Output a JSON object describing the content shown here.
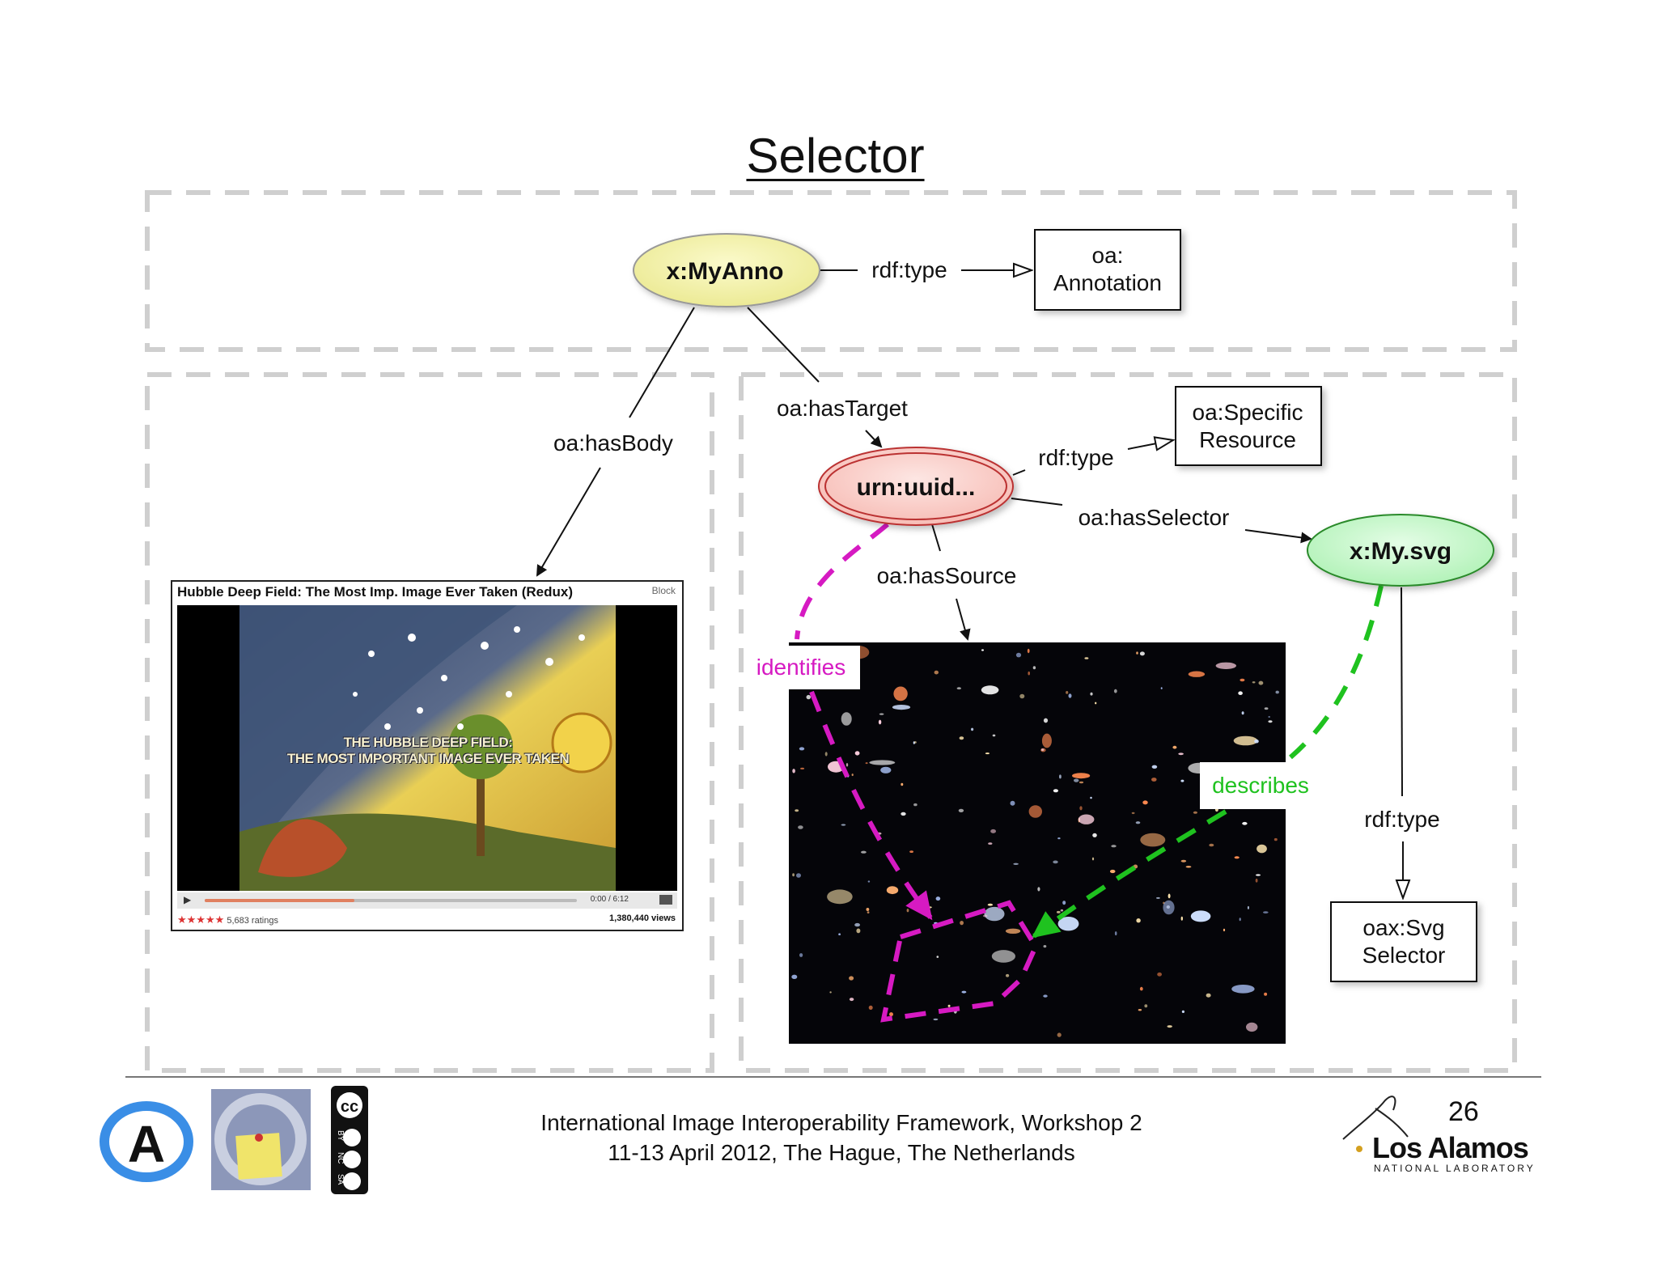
{
  "title": "Selector",
  "nodes": {
    "annotation": "x:MyAnno",
    "annotation_type": [
      "oa:",
      "Annotation"
    ],
    "specific_resource": "urn:uuid...",
    "specific_resource_type": [
      "oa:Specific",
      "Resource"
    ],
    "selector": "x:My.svg",
    "selector_type": [
      "oax:Svg",
      "Selector"
    ]
  },
  "edges": {
    "rdf_type_1": "rdf:type",
    "has_body": "oa:hasBody",
    "has_target": "oa:hasTarget",
    "rdf_type_2": "rdf:type",
    "has_selector": "oa:hasSelector",
    "has_source": "oa:hasSource",
    "rdf_type_3": "rdf:type",
    "identifies": "identifies",
    "describes": "describes"
  },
  "video": {
    "title": "Hubble Deep Field: The Most Imp. Image Ever Taken (Redux)",
    "overlay_line1": "THE HUBBLE DEEP FIELD:",
    "overlay_line2": "THE MOST IMPORTANT IMAGE EVER TAKEN",
    "time": "0:00 / 6:12",
    "rating_stars": "★★★★★",
    "ratings": "5,683 ratings",
    "views": "1,380,440 views",
    "block_label": "Block"
  },
  "footer": {
    "line1": "International Image Interoperability Framework, Workshop 2",
    "line2": "11-13 April 2012, The Hague, The Netherlands",
    "page_number": "26",
    "lab_name": "Los Alamos",
    "lab_sub": "NATIONAL LABORATORY",
    "cc_labels": [
      "BY",
      "NC",
      "SA"
    ]
  },
  "colors": {
    "annotation_fill": "#f5f3a6",
    "target_fill": "#fbd0cc",
    "target_stroke": "#b33",
    "selector_fill": "#c9f6cc",
    "selector_stroke": "#2a8a2a",
    "identifies": "#d61ac2",
    "describes": "#1fc21f",
    "dashed_border": "#cfcfcf"
  }
}
